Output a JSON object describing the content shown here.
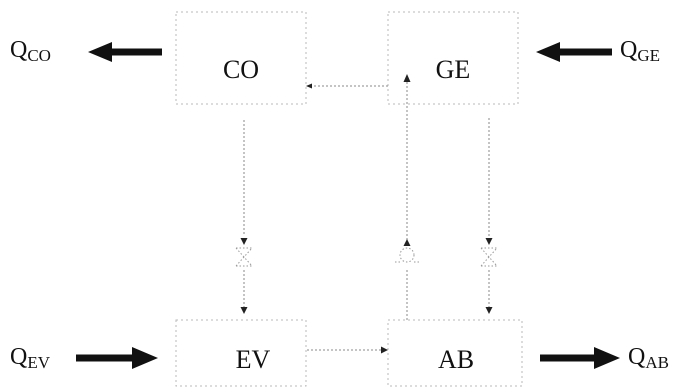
{
  "components": {
    "co": "CO",
    "ge": "GE",
    "ev": "EV",
    "ab": "AB"
  },
  "heat_flows": {
    "q_co": {
      "symbol": "Q",
      "subscript": "CO"
    },
    "q_ge": {
      "symbol": "Q",
      "subscript": "GE"
    },
    "q_ev": {
      "symbol": "Q",
      "subscript": "EV"
    },
    "q_ab": {
      "symbol": "Q",
      "subscript": "AB"
    }
  }
}
